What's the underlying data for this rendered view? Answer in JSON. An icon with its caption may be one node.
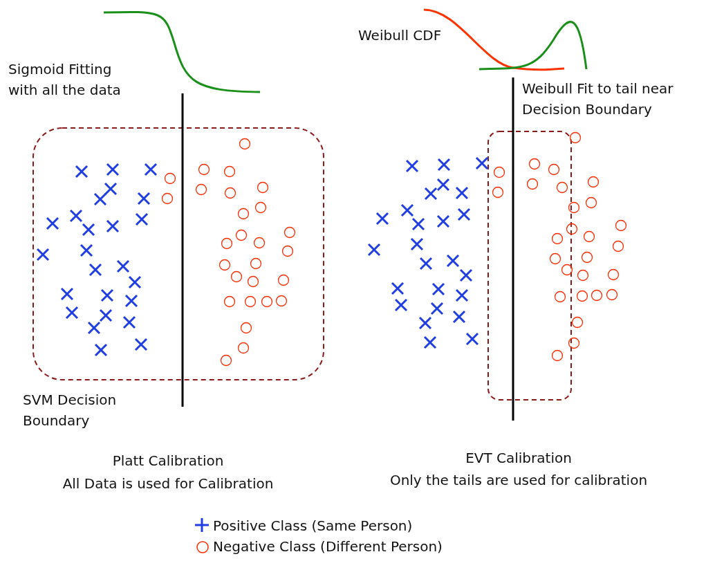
{
  "diagram": {
    "labels": [
      "Sigmoid Fitting with all the data",
      "SVM Decision Boundary",
      "Weibull CDF",
      "Weibull Fit to tail near Decision Boundary",
      "Platt Calibration",
      "All Data is used for Calibration",
      "EVT Calibration",
      "Only the tails are used for calibration"
    ],
    "legend": [
      {
        "text": "Positive Class (Same Person)"
      },
      {
        "text": "Negative Class (Different Person)"
      }
    ]
  }
}
